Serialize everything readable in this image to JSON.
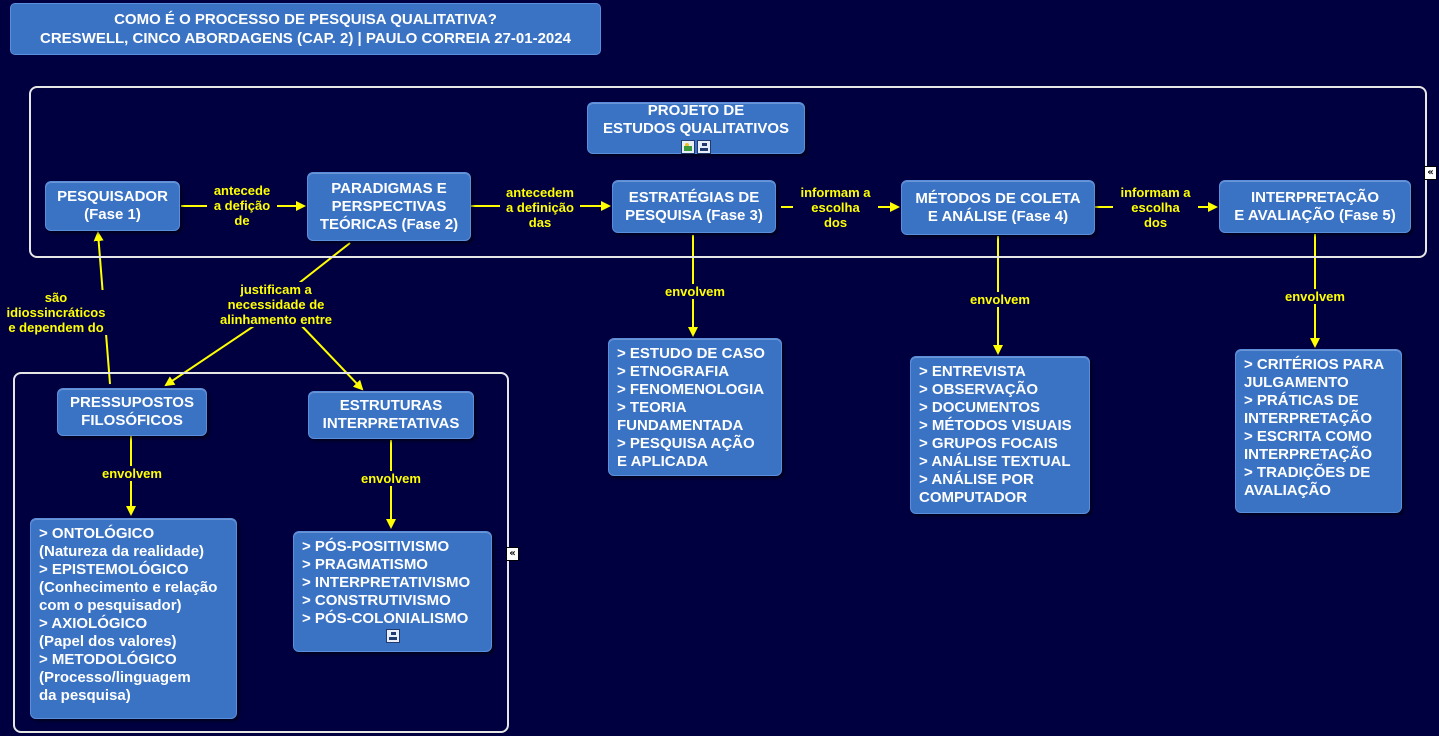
{
  "header": {
    "line1": "COMO É O PROCESSO DE PESQUISA QUALITATIVA?",
    "line2": "CRESWELL, CINCO ABORDAGENS (CAP. 2) | PAULO CORREIA 27-01-2024"
  },
  "nodes": {
    "projeto": "PROJETO DE\nESTUDOS QUALITATIVOS",
    "pesquisador": "PESQUISADOR\n(Fase 1)",
    "paradigmas": "PARADIGMAS E\nPERSPECTIVAS\nTEÓRICAS (Fase 2)",
    "estrategias": "ESTRATÉGIAS DE\nPESQUISA (Fase 3)",
    "metodos": "MÉTODOS DE COLETA\nE ANÁLISE (Fase 4)",
    "interpretacao": "INTERPRETAÇÃO\nE AVALIAÇÃO (Fase 5)",
    "pressupostos": "PRESSUPOSTOS\nFILOSÓFICOS",
    "estruturas": "ESTRUTURAS\nINTERPRETATIVAS",
    "estrategias_list": "> ESTUDO DE CASO\n> ETNOGRAFIA\n> FENOMENOLOGIA\n> TEORIA\nFUNDAMENTADA\n> PESQUISA AÇÃO\nE APLICADA",
    "metodos_list": "> ENTREVISTA\n> OBSERVAÇÃO\n> DOCUMENTOS\n> MÉTODOS VISUAIS\n> GRUPOS FOCAIS\n> ANÁLISE TEXTUAL\n> ANÁLISE POR\nCOMPUTADOR",
    "interpretacao_list": "> CRITÉRIOS PARA\nJULGAMENTO\n> PRÁTICAS DE\nINTERPRETAÇÃO\n> ESCRITA COMO\nINTERPRETAÇÃO\n> TRADIÇÕES DE\nAVALIAÇÃO",
    "pressupostos_list": "> ONTOLÓGICO\n(Natureza da realidade)\n> EPISTEMOLÓGICO\n(Conhecimento e relação\ncom o pesquisador)\n> AXIOLÓGICO\n(Papel dos valores)\n> METODOLÓGICO\n(Processo/linguagem\nda pesquisa)",
    "estruturas_list": "> PÓS-POSITIVISMO\n> PRAGMATISMO\n> INTERPRETATIVISMO\n> CONSTRUTIVISMO\n> PÓS-COLONIALISMO"
  },
  "links": {
    "antecede": "antecede\na defição\nde",
    "antecedem": "antecedem\na definição\ndas",
    "informam1": "informam a\nescolha\ndos",
    "informam2": "informam a\nescolha\ndos",
    "envolvem_estrategias": "envolvem",
    "envolvem_metodos": "envolvem",
    "envolvem_interpretacao": "envolvem",
    "envolvem_pressupostos": "envolvem",
    "envolvem_estruturas": "envolvem",
    "sao": "são\nidiossincráticos\ne dependem do",
    "justificam": "justificam a\nnecessidade de\nalinhamento entre"
  },
  "icons": [
    "image-icon",
    "concept-map-icon"
  ],
  "controls": {
    "collapse_glyph": "«"
  },
  "colors": {
    "background": "#000040",
    "node_fill": "#3a72c4",
    "node_border": "#5b8fde",
    "link_text": "#ffff00",
    "arrow": "#ffff00",
    "frame": "#e6e6e6"
  }
}
